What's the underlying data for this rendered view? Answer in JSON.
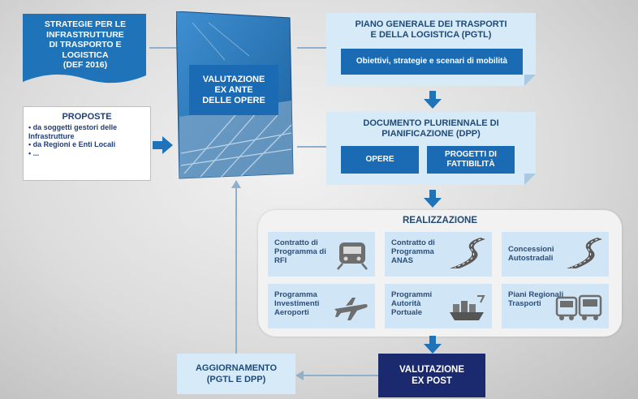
{
  "strategie": {
    "lines": [
      "STRATEGIE PER LE",
      "INFRASTRUTTURE",
      "DI TRASPORTO E",
      "LOGISTICA",
      "(DEF 2016)"
    ]
  },
  "proposte": {
    "title": "PROPOSTE",
    "items": [
      "• da soggetti gestori delle Infrastrutture",
      "• da Regioni e Enti Locali",
      "• ..."
    ]
  },
  "valutazione_ex_ante": {
    "lines": [
      "VALUTAZIONE",
      "EX ANTE",
      "DELLE OPERE"
    ]
  },
  "pgtl": {
    "title_lines": [
      "PIANO GENERALE DEI TRASPORTI",
      "E DELLA LOGISTICA (PGTL)"
    ],
    "button": "Obiettivi, strategie e scenari di mobilità"
  },
  "dpp": {
    "title_lines": [
      "DOCUMENTO PLURIENNALE DI",
      "PIANIFICAZIONE (DPP)"
    ],
    "opere": "OPERE",
    "progetti_lines": [
      "PROGETTI DI",
      "FATTIBILITÀ"
    ]
  },
  "realizzazione": {
    "title": "REALIZZAZIONE",
    "cards": [
      {
        "label": "Contratto di Programma di RFI",
        "icon": "train-icon"
      },
      {
        "label": "Contratto di Programma ANAS",
        "icon": "road-icon"
      },
      {
        "label": "Concessioni Autostradali",
        "icon": "highway-icon"
      },
      {
        "label": "Programma Investimenti Aeroporti",
        "icon": "airplane-icon"
      },
      {
        "label": "Programmi Autorità Portuale",
        "icon": "ship-icon"
      },
      {
        "label": "Piani Regionali Trasporti",
        "icon": "bus-icon"
      }
    ]
  },
  "valutazione_ex_post": {
    "lines": [
      "VALUTAZIONE",
      "EX POST"
    ]
  },
  "aggiornamento": {
    "lines": [
      "AGGIORNAMENTO",
      "(PGTL E DPP)"
    ]
  },
  "colors": {
    "accent": "#1e73b9",
    "light": "#d6eaf8",
    "dark": "#1b2a6e"
  }
}
